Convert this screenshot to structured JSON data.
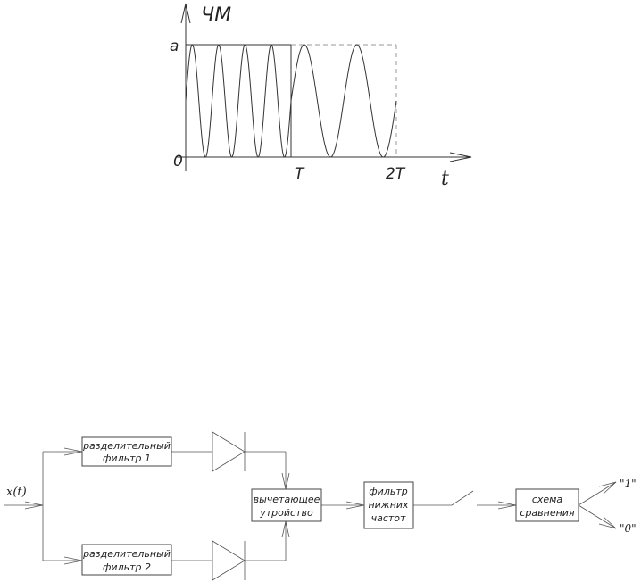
{
  "timing_diagram": {
    "title": "ЧМ",
    "y_label_a": "a",
    "y_label_0": "0",
    "x_label_T": "T",
    "x_label_2T": "2T",
    "x_axis_label": "t",
    "segments": [
      {
        "from": "0",
        "to": "T",
        "cycles": 4
      },
      {
        "from": "T",
        "to": "2T",
        "cycles": 2
      }
    ]
  },
  "block_diagram": {
    "input_label": "x(t)",
    "filter1": [
      "разделительный",
      "фильтр 1"
    ],
    "filter2": [
      "разделительный",
      "фильтр 2"
    ],
    "subtractor": [
      "вычетающее",
      "утройство"
    ],
    "lowpass": [
      "фильтр",
      "нижних",
      "частот"
    ],
    "comparator": [
      "схема",
      "сравнения"
    ],
    "output_1": "\"1\"",
    "output_0": "\"0\""
  },
  "colors": {
    "line": "#333333",
    "text": "#222222",
    "dashed": "#999999"
  }
}
